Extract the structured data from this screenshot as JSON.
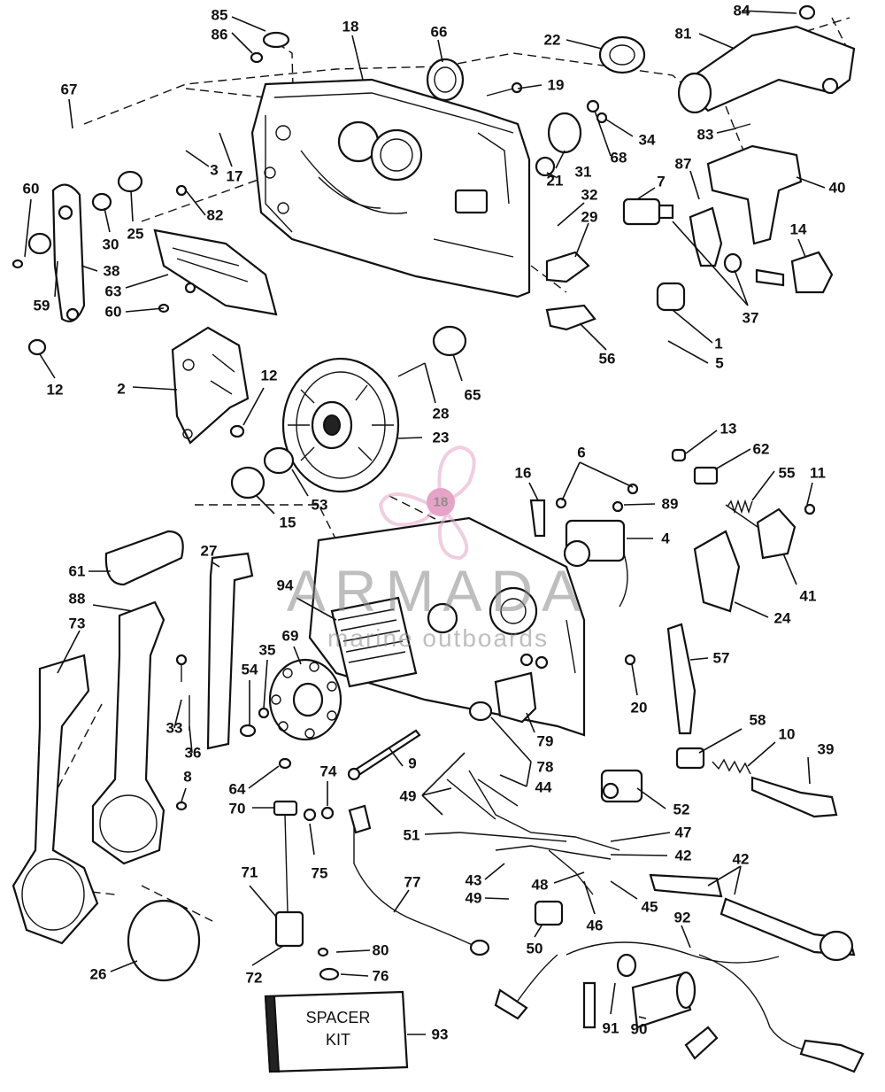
{
  "title": "",
  "watermark": {
    "brand": "ARMADA",
    "tagline": "marine outboards",
    "badge_number": "18",
    "brand_color": "#e7a5c8",
    "text_color": "#8a8a8a"
  },
  "spacer_kit_label": [
    "SPACER",
    "KIT"
  ],
  "callouts": {
    "c85": "85",
    "c86": "86",
    "c18a": "18",
    "c66": "66",
    "c22": "22",
    "c84": "84",
    "c81": "81",
    "c67": "67",
    "c19": "19",
    "c34": "34",
    "c68": "68",
    "c83": "83",
    "c60a": "60",
    "c17": "17",
    "c3": "3",
    "c31": "31",
    "c21": "21",
    "c87": "87",
    "c40": "40",
    "c25": "25",
    "c30": "30",
    "c82": "82",
    "c32": "32",
    "c7": "7",
    "c29": "29",
    "c14": "14",
    "c38": "38",
    "c59": "59",
    "c63": "63",
    "c60b": "60",
    "c37": "37",
    "c1": "1",
    "c5": "5",
    "c56": "56",
    "c12a": "12",
    "c12b": "12",
    "c65": "65",
    "c2": "2",
    "c28": "28",
    "c23": "23",
    "c13": "13",
    "c62": "62",
    "c6": "6",
    "c16": "16",
    "c55": "55",
    "c11": "11",
    "c89": "89",
    "c53": "53",
    "c15": "15",
    "c4": "4",
    "c41": "41",
    "c61": "61",
    "c27": "27",
    "c24": "24",
    "c88": "88",
    "c94": "94",
    "c73": "73",
    "c69": "69",
    "c35": "35",
    "c57": "57",
    "c54": "54",
    "c20": "20",
    "c33": "33",
    "c36": "36",
    "c79": "79",
    "c58": "58",
    "c10": "10",
    "c39": "39",
    "c78": "78",
    "c9": "9",
    "c64": "64",
    "c74": "74",
    "c8": "8",
    "c44": "44",
    "c49a": "49",
    "c70": "70",
    "c52": "52",
    "c47": "47",
    "c51": "51",
    "c42a": "42",
    "c42b": "42",
    "c75": "75",
    "c71": "71",
    "c77": "77",
    "c43": "43",
    "c48": "48",
    "c45": "45",
    "c49b": "49",
    "c46": "46",
    "c92": "92",
    "c50": "50",
    "c80": "80",
    "c26": "26",
    "c72": "72",
    "c76": "76",
    "c91": "91",
    "c90": "90",
    "c93": "93"
  }
}
